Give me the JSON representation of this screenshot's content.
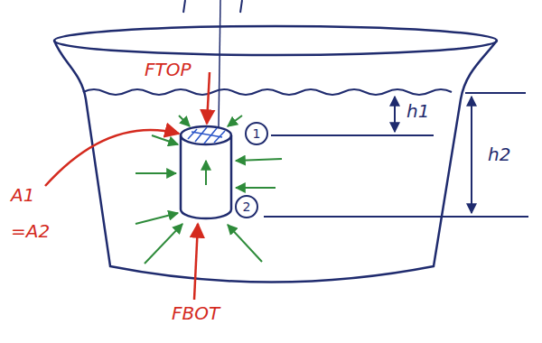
{
  "diagram": {
    "nodes": [
      {
        "text": [
          "1"
        ]
      },
      {
        "text": [
          "2"
        ]
      }
    ],
    "labels": [
      "FTOP",
      "A1",
      "=A2",
      "h1",
      "h2",
      "FBOT"
    ]
  }
}
